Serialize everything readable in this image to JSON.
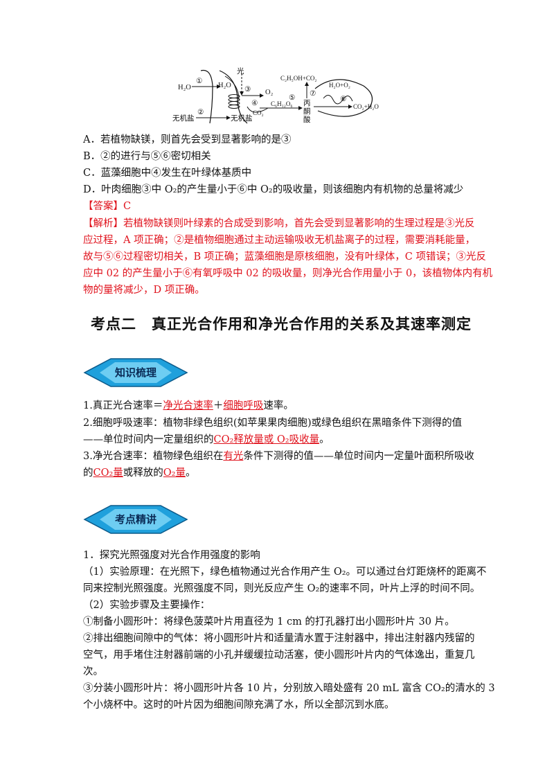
{
  "diagram": {
    "h2o_left": "H₂O",
    "h2o_mid": "H₂O",
    "guang": "光",
    "inorganic_left": "无机盐",
    "inorganic_right": "无机盐",
    "n1": "①",
    "n2": "②",
    "n3": "③",
    "n4": "④",
    "n5": "⑤",
    "n6": "⑥",
    "n7": "⑦",
    "o2": "O₂",
    "co2": "CO₂",
    "glucose": "C₆H₁₂O₆",
    "ethanol": "C₂H₅OH+CO₂",
    "pyruvate": "丙酮酸",
    "h2o_o2": "H₂O+O₂",
    "co2_h2o": "CO₂+H₂O"
  },
  "options": {
    "a": "A．若植物缺镁，则首先会受到显著影响的是③",
    "b": "B．②的进行与⑤⑥密切相关",
    "c": "C．蓝藻细胞中④发生在叶绿体基质中",
    "d": "D．叶肉细胞③中 O₂的产生量小于⑥中 O₂的吸收量，则该细胞内有机物的总量将减少"
  },
  "answer": "【答案】C",
  "analysis": [
    "【解析】若植物缺镁则叶绿素的合成受到影响，首先会受到显著影响的生理过程是③光反",
    "应过程，A 项正确；②是植物细胞通过主动运输吸收无机盐离子的过程，需要消耗能量，",
    "故与⑤⑥过程密切相关，B 项正确；蓝藻细胞是原核细胞，没有叶绿体，C 项错误；③光反",
    "应中 02 的产生量小于⑥有氧呼吸中 02 的吸收量，则净光合作用量小于 0，该植物体内有机",
    "物的量将减少，D 项正确。"
  ],
  "section_heading": "考点二　真正光合作用和净光合作用的关系及其速率测定",
  "badge1": "知识梳理",
  "badge2": "考点精讲",
  "knowledge": {
    "l1_a": "1.真正光合速率＝",
    "l1_b": "净光合速率",
    "l1_c": "＋",
    "l1_d": "细胞呼吸",
    "l1_e": "速率。",
    "l2": "2.细胞呼吸速率：植物非绿色组织(如苹果果肉细胞)或绿色组织在黑暗条件下测得的值",
    "l3_a": "——单位时间内一定量组织的",
    "l3_b": "CO₂释放量或 O₂吸收量",
    "l3_c": "。",
    "l4_a": "3.净光合速率：植物绿色组织在",
    "l4_b": "有光",
    "l4_c": "条件下测得的值——单位时间内一定量叶面积所吸收",
    "l5_a": "的",
    "l5_b": "CO₂量",
    "l5_c": "或释放的",
    "l5_d": "O₂量",
    "l5_e": "。"
  },
  "explain": [
    "1．探究光照强度对光合作用强度的影响",
    "（1）实验原理：在光照下，绿色植物通过光合作用产生 O₂。可以通过台灯距烧杯的距离不",
    "同来控制光照强度。光照强度不同，则光反应产生 O₂的速率不同，叶片上浮的时间不同。",
    "（2）实验步骤及主要操作：",
    "①制备小圆形叶：将绿色菠菜叶片用直径为 1 cm 的打孔器打出小圆形叶片 30 片。",
    "②排出细胞间隙中的气体：将小圆形叶片和适量清水置于注射器中，排出注射器内残留的",
    "空气，用手堵住注射器前端的小孔并缓缓拉动活塞，使小圆形叶片内的气体逸出，重复几",
    "次。",
    "③分装小圆形叶片：将小圆形叶片各 10 片，分别放入暗处盛有 20 mL 富含 CO₂的清水的 3",
    "个小烧杯中。这时的叶片因为细胞间隙充满了水，所以全部沉到水底。"
  ]
}
